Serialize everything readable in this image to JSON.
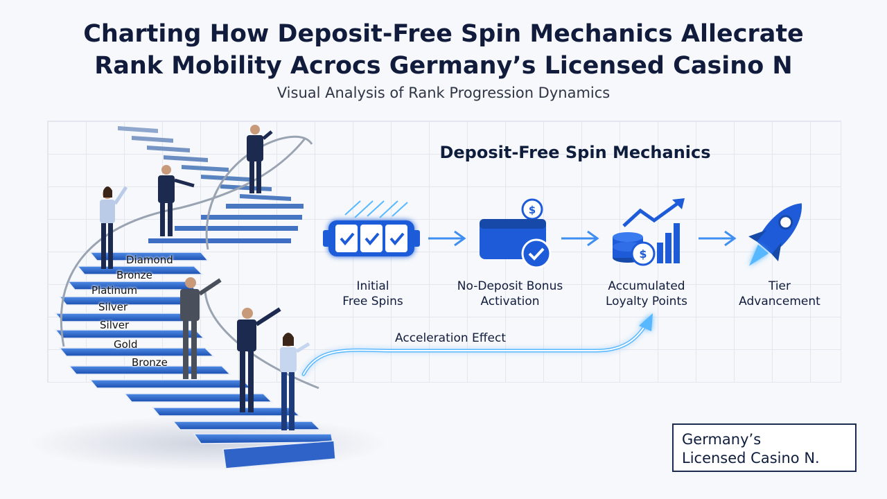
{
  "title_line1": "Charting How Deposit-Free Spin Mechanics Allecrate",
  "title_line2": "Rank Mobility Acrocs Germany’s Licensed Casino N",
  "subtitle": "Visual Analysis of Rank Progression Dynamics",
  "mechanics": {
    "title": "Deposit-Free Spin Mechanics",
    "steps": [
      {
        "line1": "Initial",
        "line2": "Free Spins",
        "icon": "slot-reels-icon"
      },
      {
        "line1": "No-Deposit Bonus",
        "line2": "Activation",
        "icon": "wallet-check-icon"
      },
      {
        "line1": "Accumulated",
        "line2": "Loyalty Points",
        "icon": "coins-growth-icon"
      },
      {
        "line1": "Tier",
        "line2": "Advancement",
        "icon": "rocket-icon"
      }
    ],
    "acceleration_label": "Acceleration Effect"
  },
  "staircase": {
    "tiers": [
      "Diamond",
      "Bronze",
      "Platinum",
      "Silver",
      "Silver",
      "Gold",
      "Bronze"
    ]
  },
  "logo": {
    "line1": "Germany’s",
    "line2": "Licensed Casino N."
  },
  "colors": {
    "accent": "#1e5bd8",
    "dark_navy": "#111c3d",
    "glow": "#58b8ff"
  }
}
